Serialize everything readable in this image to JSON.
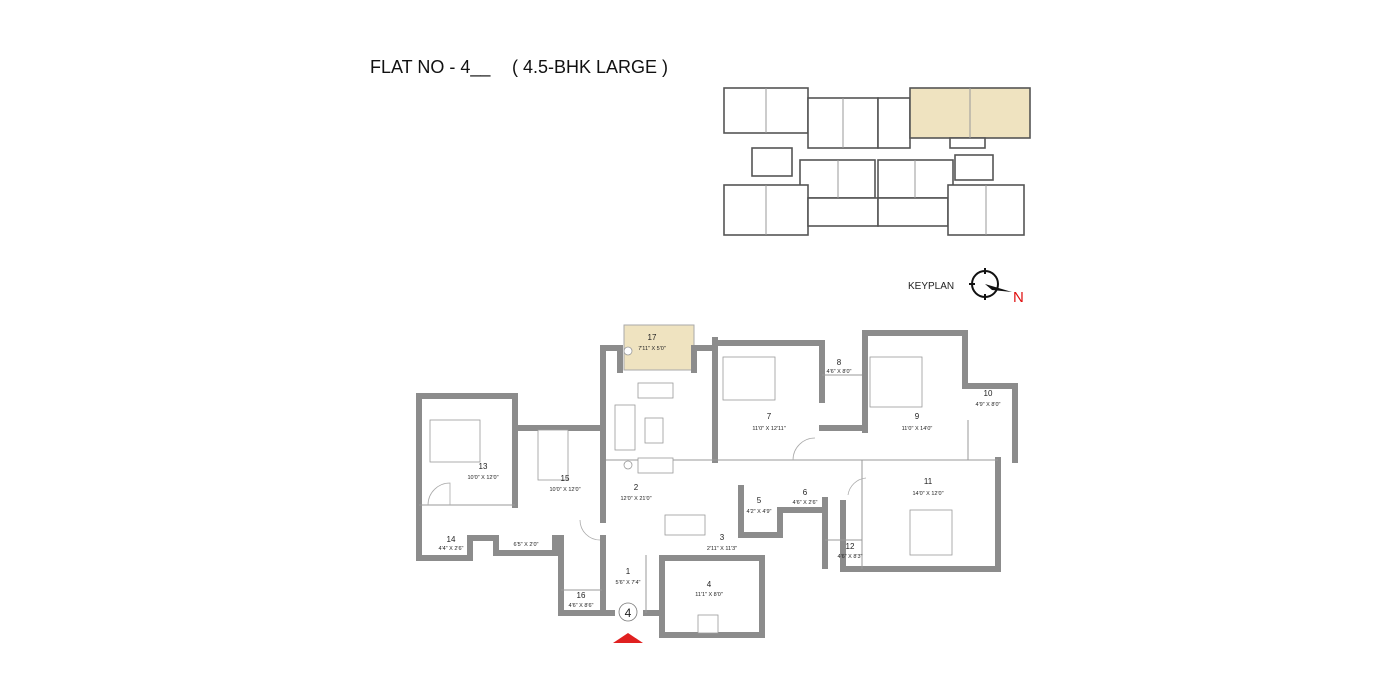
{
  "title": "FLAT NO - 4__",
  "subtitle": "( 4.5-BHK LARGE )",
  "keyplan_label": "KEYPLAN",
  "compass_label": "N",
  "entrance_label": "4",
  "colors": {
    "wall": "#8c8c8c",
    "highlight": "#efe3c0",
    "north": "#e01010",
    "entrance_marker": "#e02020"
  },
  "rooms": [
    {
      "no": "1",
      "size": "5'6\" X 7'4\""
    },
    {
      "no": "2",
      "size": "12'0\" X 21'0\""
    },
    {
      "no": "3",
      "size": "2'11\" X 11'3\""
    },
    {
      "no": "4",
      "size": "11'1\" X 8'0\""
    },
    {
      "no": "5",
      "size": "4'2\" X 4'9\""
    },
    {
      "no": "6",
      "size": "4'6\" X 2'6\""
    },
    {
      "no": "7",
      "size": "11'0\" X 12'11\""
    },
    {
      "no": "8",
      "size": "4'6\" X 8'0\""
    },
    {
      "no": "9",
      "size": "11'0\" X 14'0\""
    },
    {
      "no": "10",
      "size": "4'9\" X 8'0\""
    },
    {
      "no": "11",
      "size": "14'0\" X 12'0\""
    },
    {
      "no": "12",
      "size": "4'6\" X 8'3\""
    },
    {
      "no": "13",
      "size": "10'0\" X 12'0\""
    },
    {
      "no": "14",
      "size": "4'4\" X 2'6\""
    },
    {
      "no": "15",
      "size": "10'0\" X 12'0\""
    },
    {
      "no": "16",
      "size": "4'6\" X 8'6\""
    },
    {
      "no": "17",
      "size": "7'11\" X 5'0\""
    }
  ],
  "passage_size": "6'5\" X 2'0\""
}
